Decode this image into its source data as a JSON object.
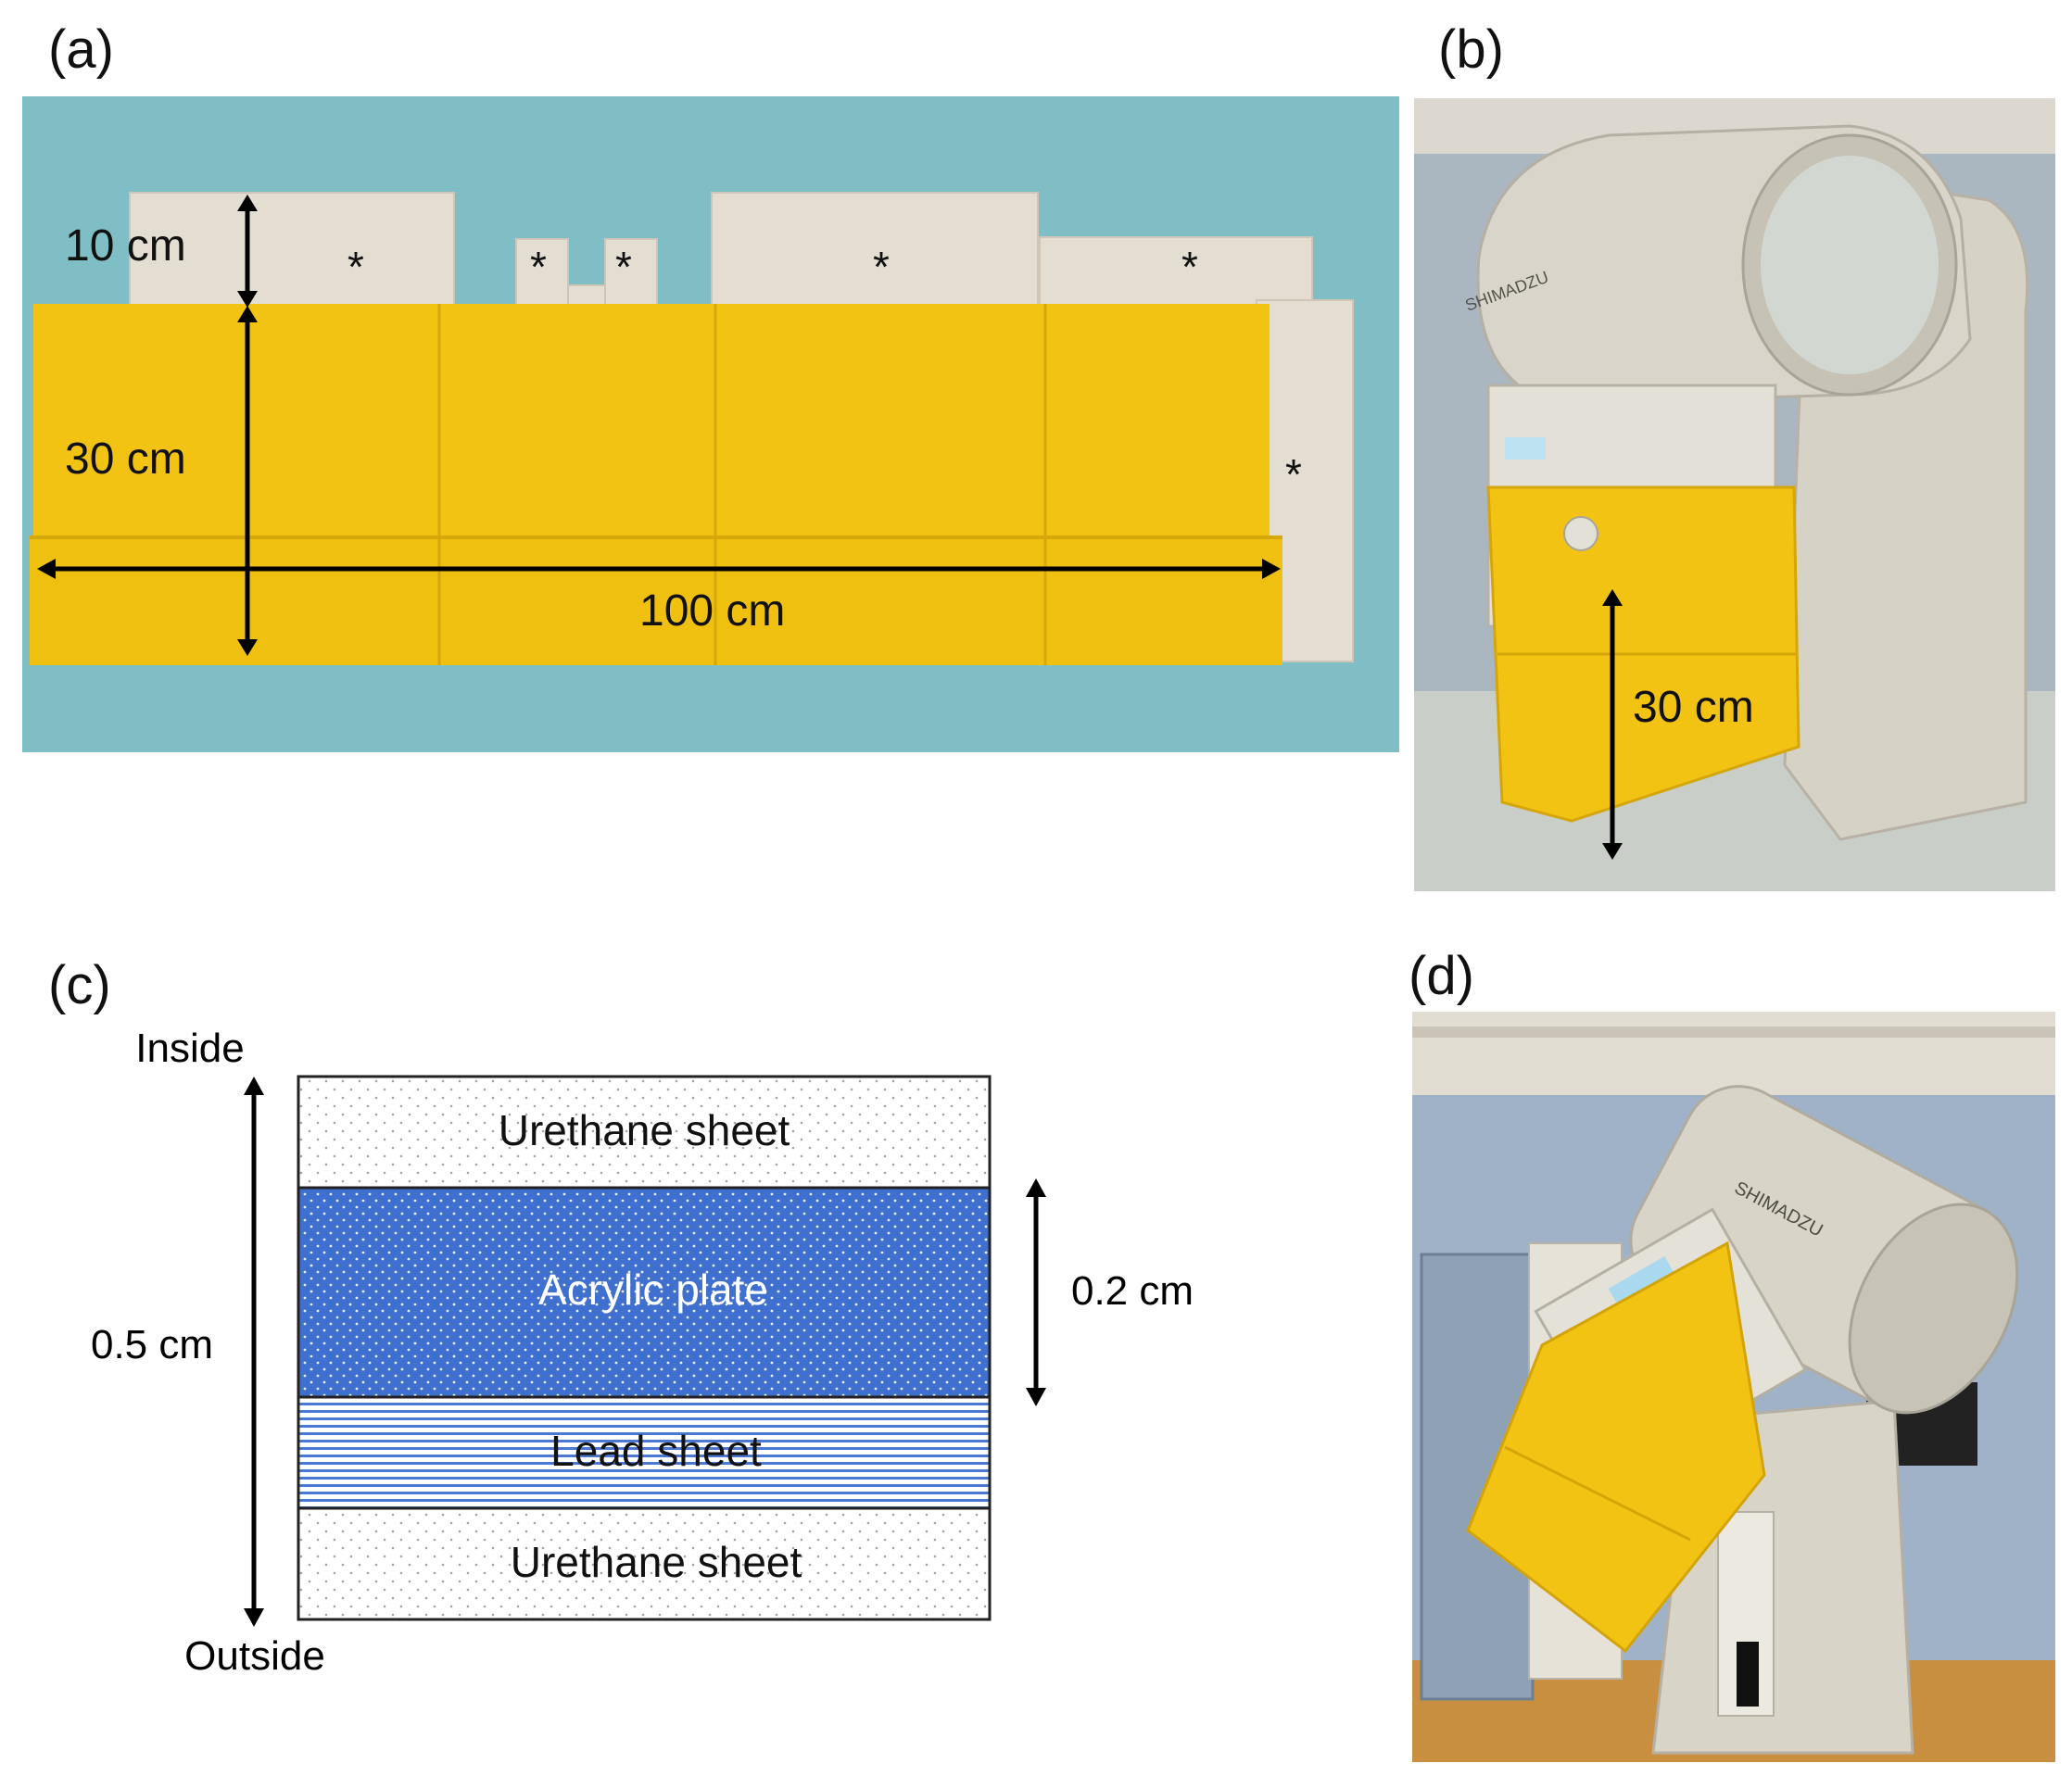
{
  "figure": {
    "panel_labels": {
      "a": "(a)",
      "b": "(b)",
      "c": "(c)",
      "d": "(d)"
    }
  },
  "panel_a": {
    "dimensions": {
      "flap_height": "10 cm",
      "body_height": "30 cm",
      "total_width": "100 cm"
    },
    "flap_marker": "*",
    "colors": {
      "background": "#7fbcc4",
      "cover": "#f2c515",
      "flap": "#e3ddd2"
    }
  },
  "panel_b": {
    "dimension": "30 cm",
    "brand_text": "SHIMADZU",
    "colors": {
      "wall": "#a9b6c0",
      "machine": "#d8d4c9",
      "cover": "#f2c515"
    }
  },
  "panel_c": {
    "top_label": "Inside",
    "bottom_label": "Outside",
    "total_thickness": "0.5 cm",
    "acrylic_thickness": "0.2 cm",
    "layers": [
      {
        "name": "Urethane sheet",
        "fill": "#ffffff",
        "pattern": "dots"
      },
      {
        "name": "Acrylic plate",
        "fill": "#3f6fcf",
        "pattern": "white-dots"
      },
      {
        "name": "Lead sheet",
        "fill": "#ffffff",
        "pattern": "blue-stripes"
      },
      {
        "name": "Urethane sheet",
        "fill": "#ffffff",
        "pattern": "dots"
      }
    ]
  },
  "panel_d": {
    "brand_text": "SHIMADZU",
    "colors": {
      "wall": "#9db0c6",
      "machine": "#d8d4c9",
      "cover": "#f2c515",
      "floor": "#c58a3c"
    }
  }
}
